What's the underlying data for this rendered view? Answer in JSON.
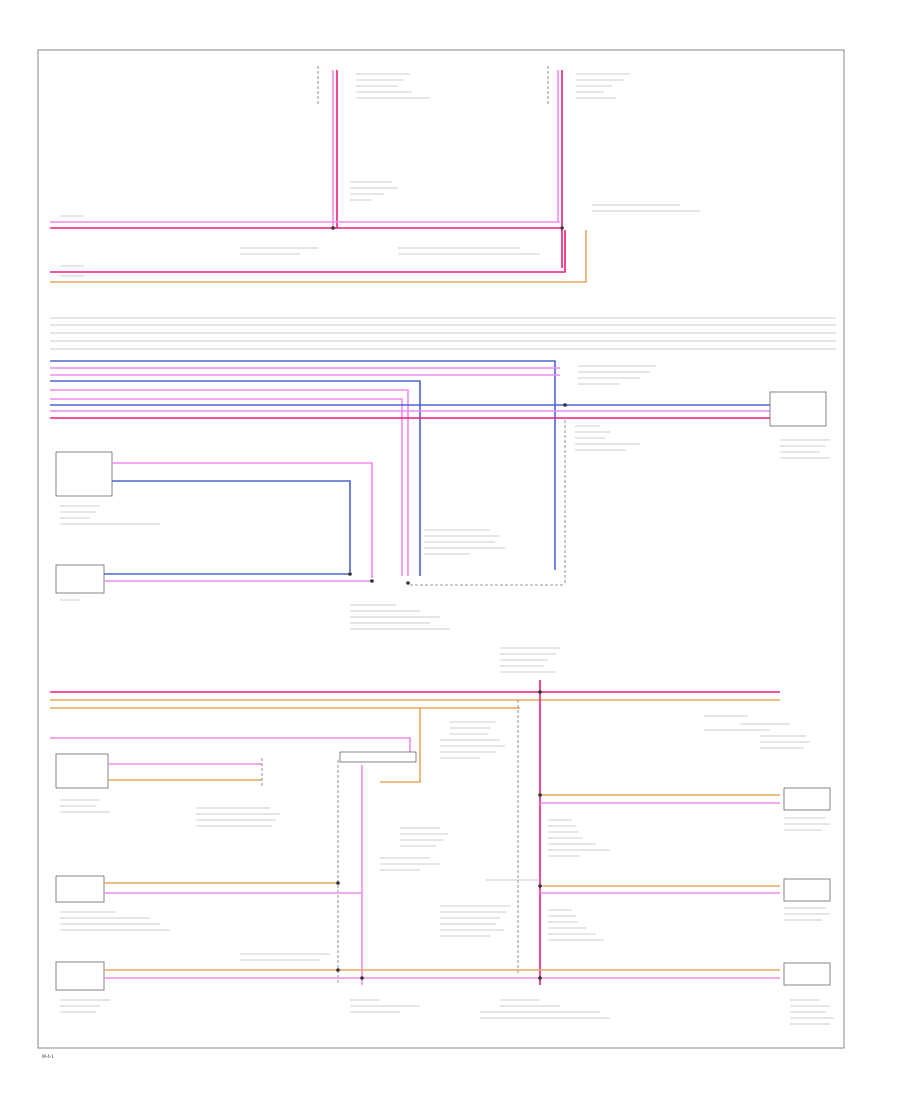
{
  "page_id": "W-4-1",
  "colors": {
    "pink": "#f08cf0",
    "magenta": "#f01c7d",
    "red": "#e8234f",
    "orange": "#e8a860",
    "blue": "#4f63d4",
    "purple": "#7a5cd6",
    "gray": "#b8b8b8",
    "frame": "#888888",
    "text": "#333333"
  },
  "icons": {
    "junction": "filled-dot",
    "ground": "ground-triangle"
  }
}
